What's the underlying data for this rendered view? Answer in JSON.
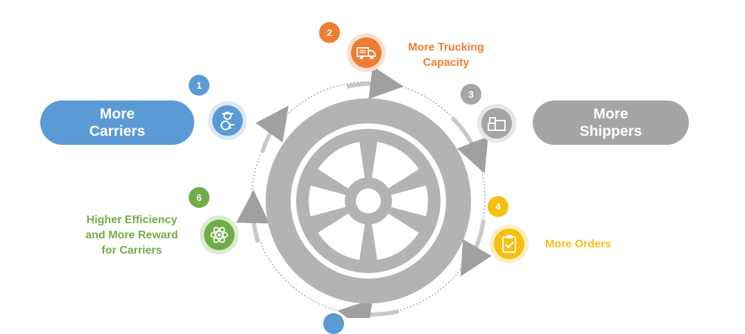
{
  "colors": {
    "blue": "#5b9bd5",
    "orange": "#ed7d31",
    "gray": "#a5a5a5",
    "yellow": "#f5c00f",
    "green": "#70ad47",
    "wheel": "#b7b7b7"
  },
  "steps": [
    {
      "number": "1",
      "line1": "More",
      "line2": "Carriers",
      "icon": "driver-icon"
    },
    {
      "number": "2",
      "line1": "More Trucking",
      "line2": "Capacity",
      "icon": "truck-icon"
    },
    {
      "number": "3",
      "line1": "More",
      "line2": "Shippers",
      "icon": "boxes-icon"
    },
    {
      "number": "4",
      "line1": "More Orders",
      "icon": "clipboard-icon"
    },
    {
      "number": "6",
      "line1": "Higher Efficiency",
      "line2": "and More Reward",
      "line3": "for Carriers",
      "icon": "atom-icon"
    }
  ]
}
